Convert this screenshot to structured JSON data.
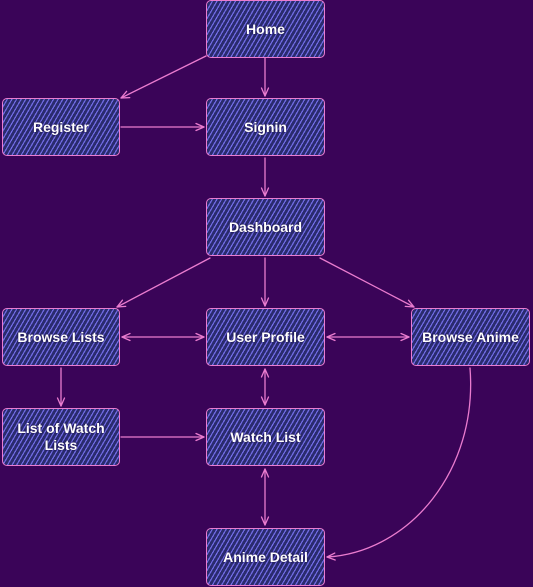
{
  "diagram": {
    "colors": {
      "background": "#3a0458",
      "node_fill": "#2a2b6e",
      "node_hatch": "#7a74f2",
      "stroke": "#ea7ccf",
      "text": "#ffffff"
    },
    "nodes": {
      "home": "Home",
      "register": "Register",
      "signin": "Signin",
      "dashboard": "Dashboard",
      "browse_lists": "Browse Lists",
      "user_profile": "User Profile",
      "browse_anime": "Browse Anime",
      "list_of_watch_lists": "List of Watch Lists",
      "watch_list": "Watch List",
      "anime_detail": "Anime Detail"
    },
    "edges": [
      {
        "from": "home",
        "to": "register",
        "direction": "forward"
      },
      {
        "from": "home",
        "to": "signin",
        "direction": "forward"
      },
      {
        "from": "register",
        "to": "signin",
        "direction": "forward"
      },
      {
        "from": "signin",
        "to": "dashboard",
        "direction": "forward"
      },
      {
        "from": "dashboard",
        "to": "browse_lists",
        "direction": "forward"
      },
      {
        "from": "dashboard",
        "to": "user_profile",
        "direction": "forward"
      },
      {
        "from": "dashboard",
        "to": "browse_anime",
        "direction": "forward"
      },
      {
        "from": "browse_lists",
        "to": "user_profile",
        "direction": "both"
      },
      {
        "from": "user_profile",
        "to": "browse_anime",
        "direction": "both"
      },
      {
        "from": "browse_lists",
        "to": "list_of_watch_lists",
        "direction": "forward"
      },
      {
        "from": "user_profile",
        "to": "watch_list",
        "direction": "both"
      },
      {
        "from": "list_of_watch_lists",
        "to": "watch_list",
        "direction": "forward"
      },
      {
        "from": "watch_list",
        "to": "anime_detail",
        "direction": "both"
      },
      {
        "from": "browse_anime",
        "to": "anime_detail",
        "direction": "forward"
      }
    ]
  }
}
